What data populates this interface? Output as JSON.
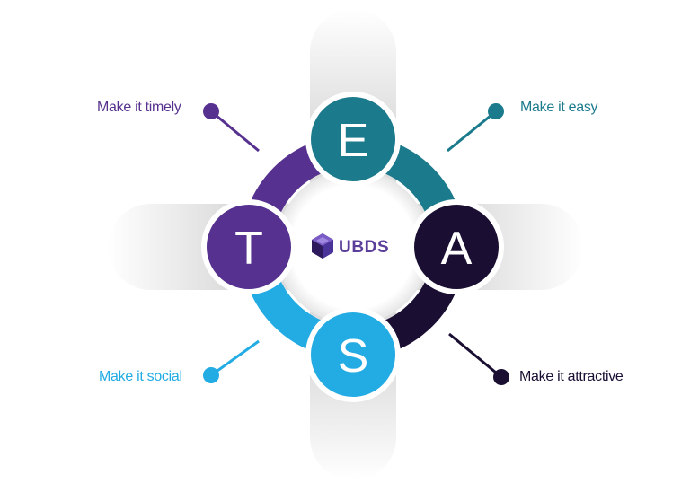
{
  "diagram": {
    "center_logo": {
      "text": "UBDS",
      "color": "#5a3e9a"
    },
    "segments": [
      {
        "key": "E",
        "letter": "E",
        "label": "Make it easy",
        "color": "#1b7b8c"
      },
      {
        "key": "A",
        "letter": "A",
        "label": "Make it attractive",
        "color": "#1a0f33"
      },
      {
        "key": "S",
        "letter": "S",
        "label": "Make it social",
        "color": "#23ace3"
      },
      {
        "key": "T",
        "letter": "T",
        "label": "Make it timely",
        "color": "#56318f"
      }
    ]
  }
}
